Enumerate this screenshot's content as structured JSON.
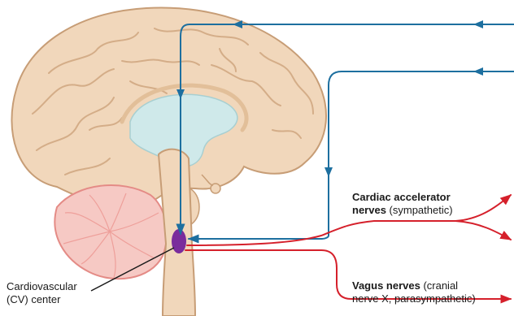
{
  "labels": {
    "cardiac_accelerator": {
      "line1_bold": "Cardiac accelerator",
      "line2_bold": "nerves",
      "line2_rest": " (sympathetic)"
    },
    "vagus": {
      "line1_bold": "Vagus nerves",
      "line1_rest": " (cranial",
      "line2": "nerve X, parasympathetic)"
    },
    "cv_center": {
      "line1": "Cardiovascular",
      "line2": "(CV) center"
    }
  },
  "colors": {
    "brain_fill": "#f1d7bb",
    "brain_outline": "#c79d76",
    "ventricle_fill": "#cfe9ea",
    "cerebellum_fill": "#f6c9c4",
    "cerebellum_outline": "#e48b86",
    "cv_center": "#7a2c9c",
    "afferent_arrow": "#1d6f9f",
    "efferent_nerve": "#d5202b"
  }
}
